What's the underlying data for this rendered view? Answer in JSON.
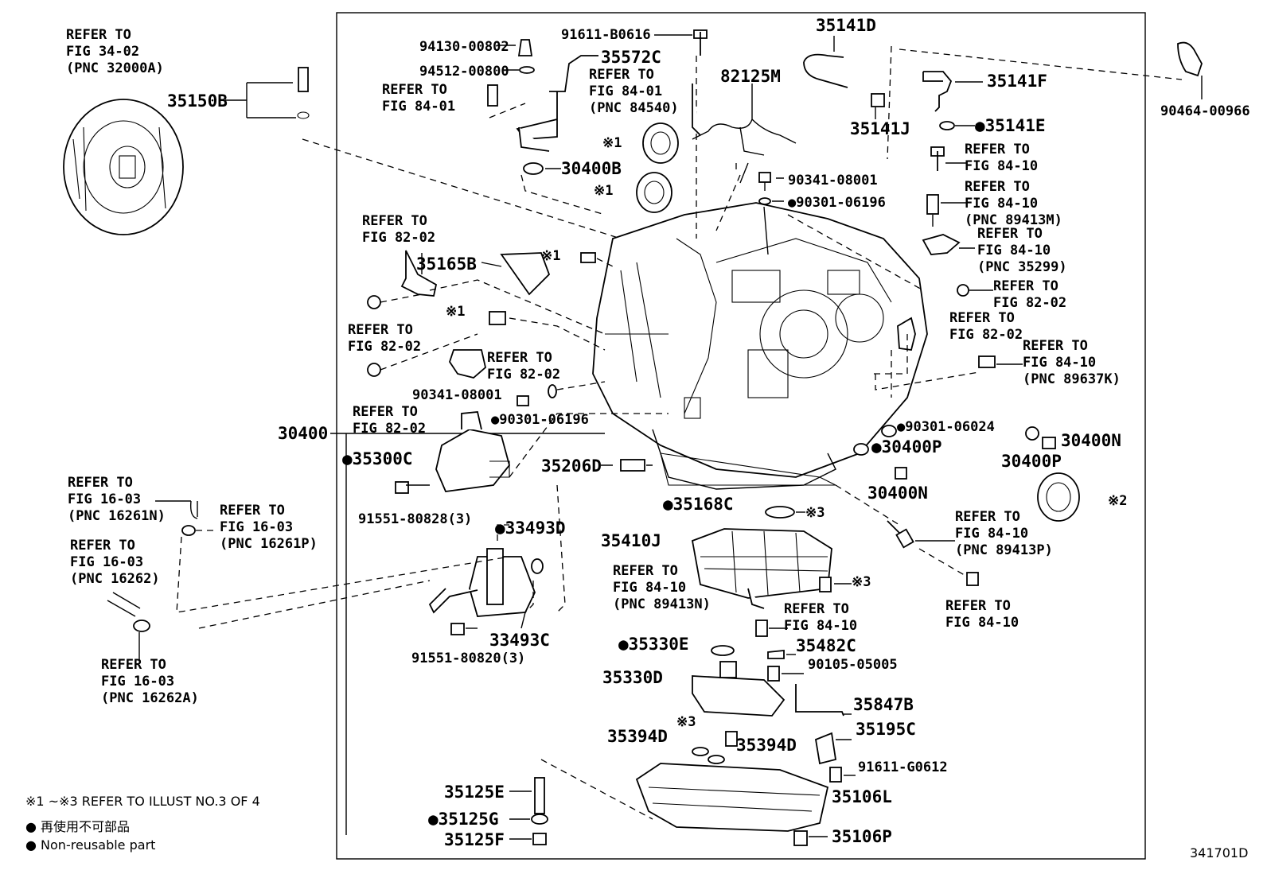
{
  "diagram_id": "341701D",
  "legend": {
    "note": "※1 ~※3 REFER TO ILLUST NO.3 OF 4",
    "jp": "● 再使用不可部品",
    "en": "● Non-reusable part"
  },
  "labels": {
    "l_32000a": "REFER TO\nFIG 34-02\n(PNC 32000A)",
    "l_35150b": "35150B",
    "l_94130": "94130-00802",
    "l_94512": "94512-00800",
    "l_35572c": "35572C",
    "l_ref8401a": "REFER TO\nFIG 84-01",
    "l_84540": "REFER TO\nFIG 84-01\n(PNC 84540)",
    "l_91611b": "91611-B0616",
    "l_82125m": "82125M",
    "l_35141d": "35141D",
    "l_35141f": "35141F",
    "l_35141j": "35141J",
    "l_35141e": "●35141E",
    "l_90464": "90464-00966",
    "l_x1a": "※1",
    "l_30400b": "30400B",
    "l_x1b": "※1",
    "l_90341a": "90341-08001",
    "l_90301a": "●90301-06196",
    "l_ref8410a": "REFER TO\nFIG 84-10",
    "l_89413m": "REFER TO\nFIG 84-10\n(PNC 89413M)",
    "l_35299": "REFER TO\nFIG 84-10\n(PNC 35299)",
    "l_ref8202a": "REFER TO\nFIG 82-02",
    "l_35165b": "35165B",
    "l_x1c": "※1",
    "l_x1d": "※1",
    "l_ref8202b": "REFER TO\nFIG 82-02",
    "l_ref8202c": "REFER TO\nFIG 82-02",
    "l_ref8202d": "REFER TO\nFIG 82-02",
    "l_ref8202e": "REFER TO\nFIG 82-02",
    "l_ref8202f": "REFER TO\nFIG 82-02",
    "l_89637k": "REFER TO\nFIG 84-10\n(PNC 89637K)",
    "l_90341b": "90341-08001",
    "l_90301b": "●90301-06196",
    "l_30400": "30400",
    "l_35300c": "●35300C",
    "l_35206d": "35206D",
    "l_90301c": "●90301-06024",
    "l_30400p": "●30400P",
    "l_30400n": "30400N",
    "l_30400p2": "30400P",
    "l_30400n2": "30400N",
    "l_x2": "※2",
    "l_35168c": "●35168C",
    "l_x3a": "※3",
    "l_91551a": "91551-80828(3)",
    "l_16261n": "REFER TO\nFIG 16-03\n(PNC 16261N)",
    "l_16261p": "REFER TO\nFIG 16-03\n(PNC 16261P)",
    "l_16262": "REFER TO\nFIG 16-03\n(PNC 16262)",
    "l_16262a": "REFER TO\nFIG 16-03\n(PNC 16262A)",
    "l_33493d": "●33493D",
    "l_33493c": "33493C",
    "l_91551b": "91551-80820(3)",
    "l_35410j": "35410J",
    "l_89413n": "REFER TO\nFIG 84-10\n(PNC 89413N)",
    "l_x3b": "※3",
    "l_ref8410b": "REFER TO\nFIG 84-10",
    "l_89413p": "REFER TO\nFIG 84-10\n(PNC 89413P)",
    "l_ref8410c": "REFER TO\nFIG 84-10",
    "l_35330e": "●35330E",
    "l_35482c": "35482C",
    "l_90105": "90105-05005",
    "l_35330d": "35330D",
    "l_35847b": "35847B",
    "l_x3c": "※3",
    "l_35195c": "35195C",
    "l_35394d": "35394D",
    "l_35394d2": "35394D",
    "l_91611g": "91611-G0612",
    "l_35125e": "35125E",
    "l_35125g": "●35125G",
    "l_35125f": "35125F",
    "l_35106l": "35106L",
    "l_35106p": "35106P"
  }
}
